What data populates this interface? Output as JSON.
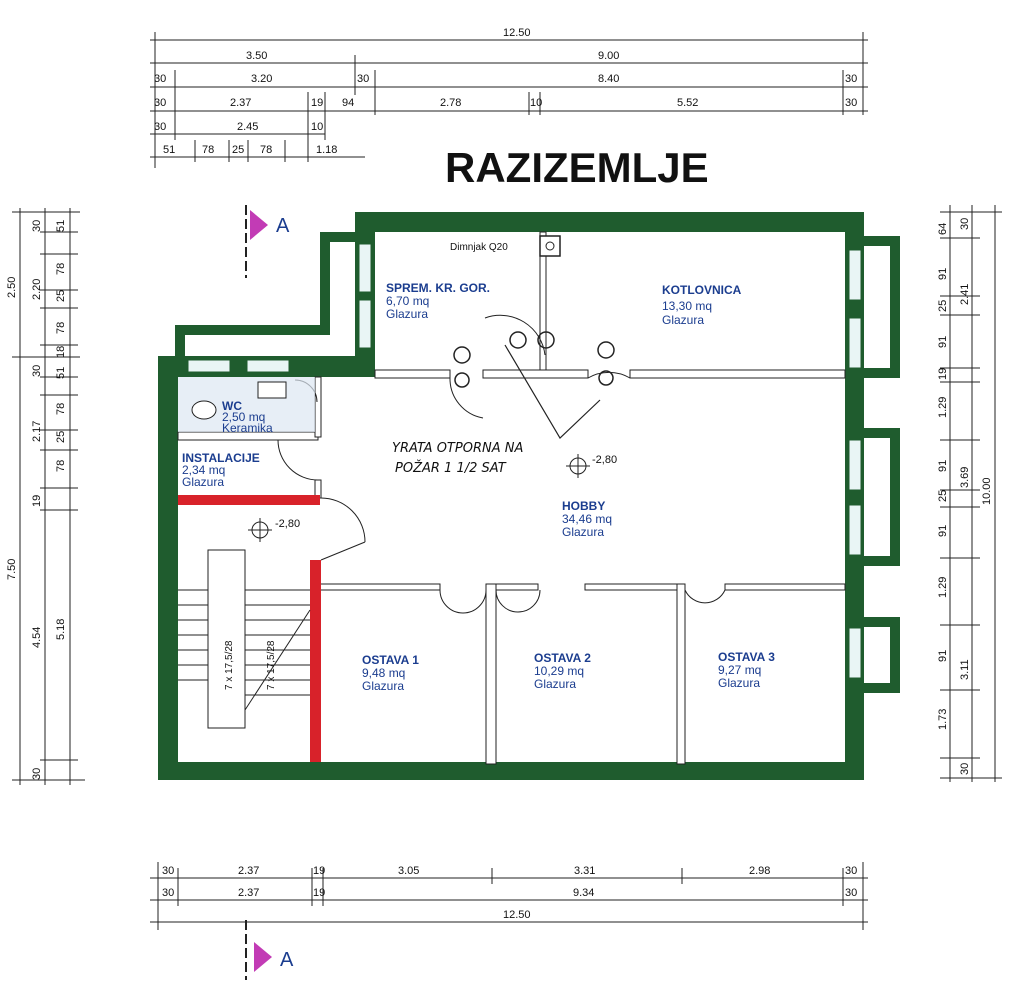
{
  "title": "RAZIZEMLJE",
  "section_marker": "A",
  "top_dims": {
    "row1": [
      "12.50"
    ],
    "row2": [
      "3.50",
      "9.00"
    ],
    "row3": [
      "30",
      "3.20",
      "30",
      "8.40",
      "30"
    ],
    "row4": [
      "30",
      "2.37",
      "19",
      "94",
      "2.78",
      "10",
      "5.52",
      "30"
    ],
    "row5": [
      "30",
      "2.45",
      "10"
    ],
    "row6": [
      "51",
      "78",
      "25",
      "78",
      "1.18"
    ]
  },
  "bottom_dims": {
    "row1": [
      "30",
      "2.37",
      "19",
      "3.05",
      "3.31",
      "2.98",
      "30"
    ],
    "row2": [
      "30",
      "2.37",
      "19",
      "9.34",
      "30"
    ],
    "row3": [
      "12.50"
    ]
  },
  "left_dims": {
    "outer": [
      "2.50",
      "7.50"
    ],
    "middle": [
      "2.20",
      "2.17",
      "4.54",
      "30",
      "30"
    ],
    "inner": [
      "30",
      "51",
      "78",
      "25",
      "78",
      "18",
      "51",
      "78",
      "25",
      "78",
      "19",
      "5.18"
    ]
  },
  "right_dims": {
    "inner": [
      "64",
      "91",
      "25",
      "91",
      "19",
      "1.29",
      "91",
      "25",
      "91",
      "1.29",
      "91",
      "1.73",
      "30",
      "30"
    ],
    "middle": [
      "2.41",
      "3.69",
      "3.11"
    ],
    "outer": [
      "10.00"
    ]
  },
  "rooms": {
    "sprem": {
      "name": "SPREM.  KR.  GOR.",
      "area": "6,70   mq",
      "floor": "Glazura"
    },
    "kotlovnica": {
      "name": "KOTLOVNICA",
      "area": "13,30  mq",
      "floor": "Glazura"
    },
    "wc": {
      "name": "WC",
      "area": "2,50   mq",
      "floor": "Keramika"
    },
    "instalacije": {
      "name": "INSTALACIJE",
      "area": "2,34   mq",
      "floor": "Glazura"
    },
    "hobby": {
      "name": "HOBBY",
      "area": "34,46   mq",
      "floor": "Glazura"
    },
    "ostava1": {
      "name": "OSTAVA  1",
      "area": "9,48   mq",
      "floor": "Glazura"
    },
    "ostava2": {
      "name": "OSTAVA  2",
      "area": "10,29   mq",
      "floor": "Glazura"
    },
    "ostava3": {
      "name": "OSTAVA  3",
      "area": "9,27   mq",
      "floor": "Glazura"
    }
  },
  "chimney": "Dimnjak  Q20",
  "level_hobby": "-2,80",
  "level_stair": "-2,80",
  "stairs": [
    "7 x 17,5/28",
    "7 x 17,5/28"
  ],
  "handwritten_note": [
    "YRATA OTPORNA NA",
    "POŽAR   1 1/2 SAT"
  ],
  "colors": {
    "wall": "#1f5c2e",
    "fire_wall": "#d8222a",
    "text_blue": "#1b3d8f",
    "marker": "#c23bb5"
  }
}
